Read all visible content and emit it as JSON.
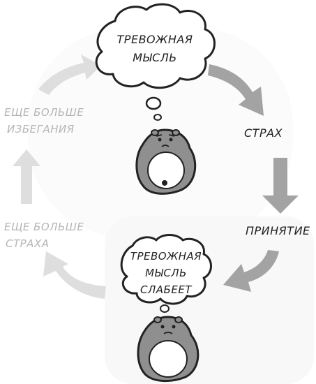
{
  "colors": {
    "ink": "#222222",
    "arrow_dark": "#a3a3a3",
    "arrow_light": "#dcdcdc",
    "faded_text": "#b5b5b5",
    "hamster_body": "#8f8f8f",
    "hamster_belly": "#ffffff"
  },
  "top_thought": {
    "line1": "ТРЕВОЖНАЯ",
    "line2": "МЫСЛЬ"
  },
  "bottom_thought": {
    "line1": "ТРЕВОЖНАЯ",
    "line2": "МЫСЛЬ",
    "line3": "СЛАБЕЕТ"
  },
  "right_cycle": {
    "fear": "СТРАХ",
    "acceptance": "ПРИНЯТИЕ"
  },
  "left_cycle": {
    "more_avoidance_line1": "ЕЩЕ БОЛЬШЕ",
    "more_avoidance_line2": "ИЗБЕГАНИЯ",
    "more_fear_line1": "ЕЩЕ БОЛЬШЕ",
    "more_fear_line2": "СТРАХА"
  },
  "characters": [
    {
      "name": "top-hamster",
      "expression": "worried"
    },
    {
      "name": "bottom-hamster",
      "expression": "calm"
    }
  ],
  "icons": [
    "cloud-icon",
    "thought-bubble-icon",
    "arrow-icon",
    "hamster-icon"
  ]
}
